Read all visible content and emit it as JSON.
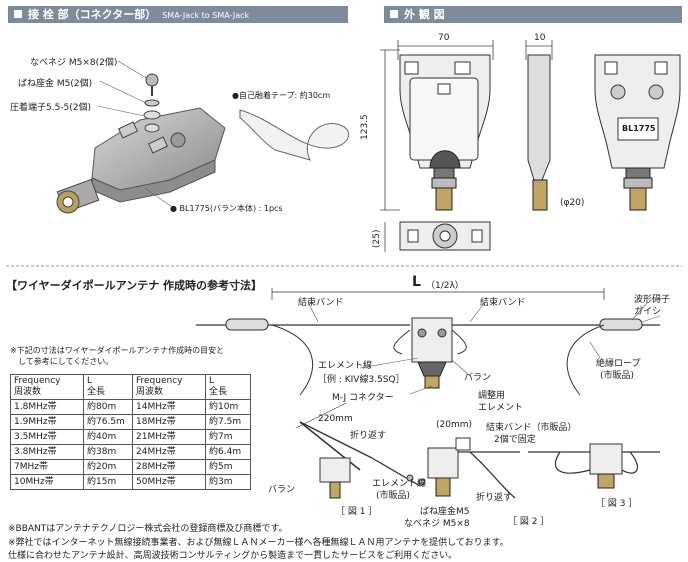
{
  "sections": {
    "connector": {
      "title": "接 栓 部（コネクター部）",
      "subtitle": "SMA-Jack to SMA-Jack"
    },
    "exterior": {
      "title": "外 観 図"
    }
  },
  "parts": {
    "screw": "なべネジ M5×8(2個)",
    "washer": "ばね座金 M5(2個)",
    "terminal": "圧着端子5.5-5(2個)",
    "tape": "●自己融着テープ: 約30cm",
    "body": "● BL1775(バラン本体) : 1pcs"
  },
  "dims": {
    "width": "70",
    "depth": "10",
    "height": "123.5",
    "diameter": "(φ20)",
    "thickness": "(25)"
  },
  "brand_plate": "BL1775",
  "wire": {
    "heading": "【ワイヤーダイポールアンテナ 作成時の参考寸法】",
    "length_label": "L",
    "length_note": "（1/2λ）",
    "band_left": "結束バンド",
    "band_right": "結束バンド",
    "insulator": "波形碍子",
    "insulator2": "ガイシ",
    "element_wire": "エレメント線",
    "element_example": "［例 : KIV線3.5SQ］",
    "balun": "バラン",
    "mj": "M-J コネクター",
    "adjust": "調整用",
    "adjust2": "エレメント",
    "rope": "絶縁ロープ",
    "rope2": "(市販品)",
    "note": "※下記の寸法はワイヤーダイポールアンテナ作成時の目安と\n　して参考にしてください。"
  },
  "table": {
    "head": [
      "Frequency\n周波数",
      "L\n全長",
      "Frequency\n周波数",
      "L\n全長"
    ],
    "rows": [
      [
        "1.8MHz帯",
        "約80m",
        "14MHz帯",
        "約10m"
      ],
      [
        "1.9MHz帯",
        "約76.5m",
        "18MHz帯",
        "約7.5m"
      ],
      [
        "3.5MHz帯",
        "約40m",
        "21MHz帯",
        "約7m"
      ],
      [
        "3.8MHz帯",
        "約38m",
        "24MHz帯",
        "約6.4m"
      ],
      [
        "7MHz帯",
        "約20m",
        "28MHz帯",
        "約5m"
      ],
      [
        "10MHz帯",
        "約15m",
        "50MHz帯",
        "約3m"
      ]
    ]
  },
  "figs": {
    "f1_len": "220mm",
    "f1_fold": "折り返す",
    "f1_wire": "エレメント線",
    "f1_wire2": "(市販品)",
    "f1_balun": "バラン",
    "f1_cap": "［ 図 1 ］",
    "f2_len": "(20mm)",
    "f2_band": "結束バンド（市販品）",
    "f2_band2": "2個で固定",
    "f2_fold": "折り返す",
    "f2_washer": "ばね座金M5",
    "f2_screw": "なべネジ M5×8",
    "f2_cap": "［ 図 2 ］",
    "f3_cap": "［ 図 3 ］"
  },
  "footer": [
    "※BBANTはアンテナテクノロジー株式会社の登録商標及び商標です。",
    "※弊社ではインターネット無線接続事業者、および無線ＬＡＮメーカー様へ各種無線ＬＡＮ用アンテナを提供しております。",
    "仕様に合わせたアンテナ設計、高周波技術コンサルティングから製造まで一貫したサービスをご利用ください。"
  ]
}
